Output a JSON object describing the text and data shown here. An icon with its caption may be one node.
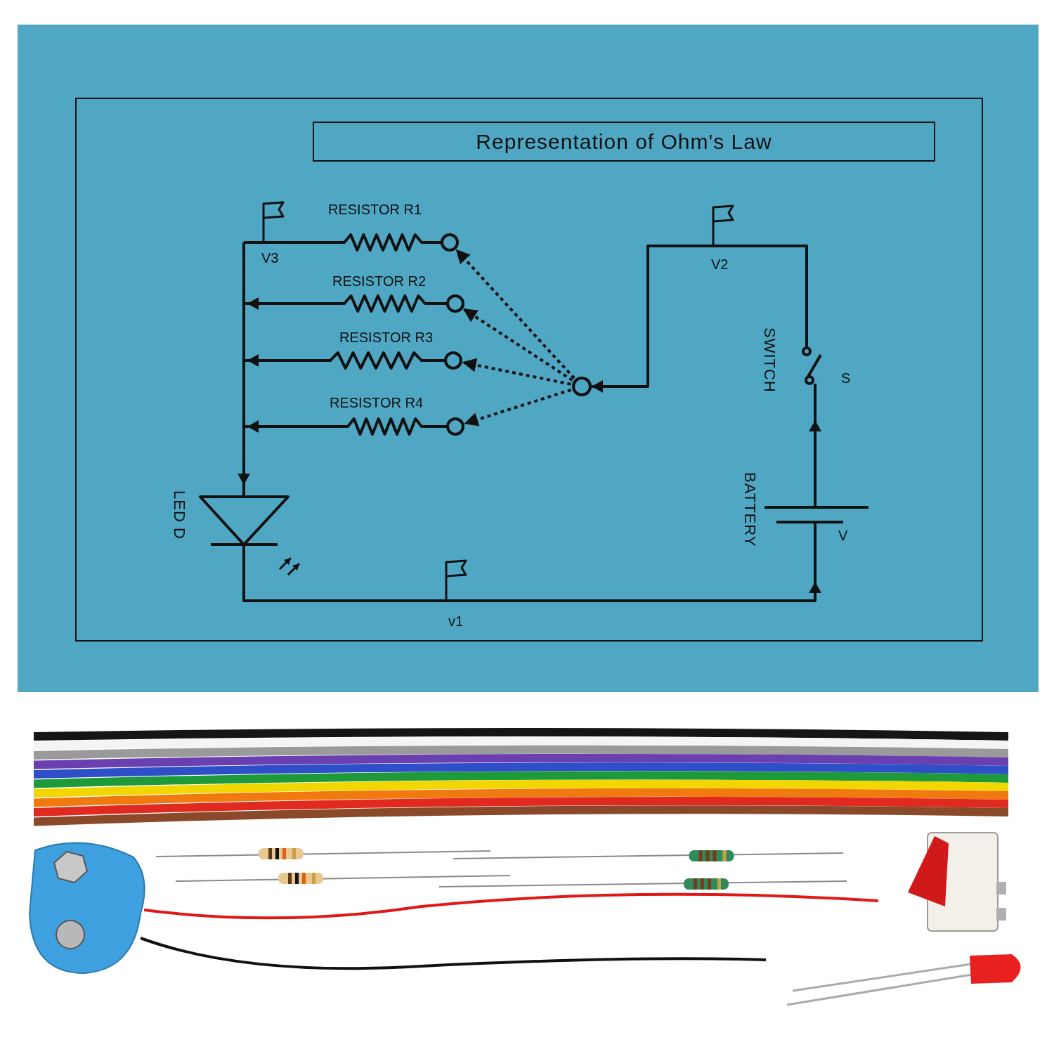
{
  "diagram": {
    "title": "Representation of Ohm's Law",
    "nodes": [
      {
        "text": [],
        "shape": "circle"
      },
      {
        "text": [],
        "shape": "circle"
      },
      {
        "text": [],
        "shape": "circle"
      },
      {
        "text": [],
        "shape": "circle"
      },
      {
        "text": [],
        "shape": "circle"
      }
    ],
    "edges": [
      {
        "from": 4,
        "to": 0,
        "arrow": "to",
        "style": "dashed"
      },
      {
        "from": 4,
        "to": 1,
        "arrow": "to",
        "style": "dashed"
      },
      {
        "from": 4,
        "to": 2,
        "arrow": "to",
        "style": "dashed"
      },
      {
        "from": 4,
        "to": 3,
        "arrow": "to",
        "style": "dashed"
      }
    ],
    "labels": [
      "RESISTOR R1",
      "V3",
      "V2",
      "RESISTOR R2",
      "RESISTOR R3",
      "SWITCH",
      "S",
      "RESISTOR R4",
      "LED D",
      "BATTERY",
      "V",
      "v1"
    ]
  }
}
